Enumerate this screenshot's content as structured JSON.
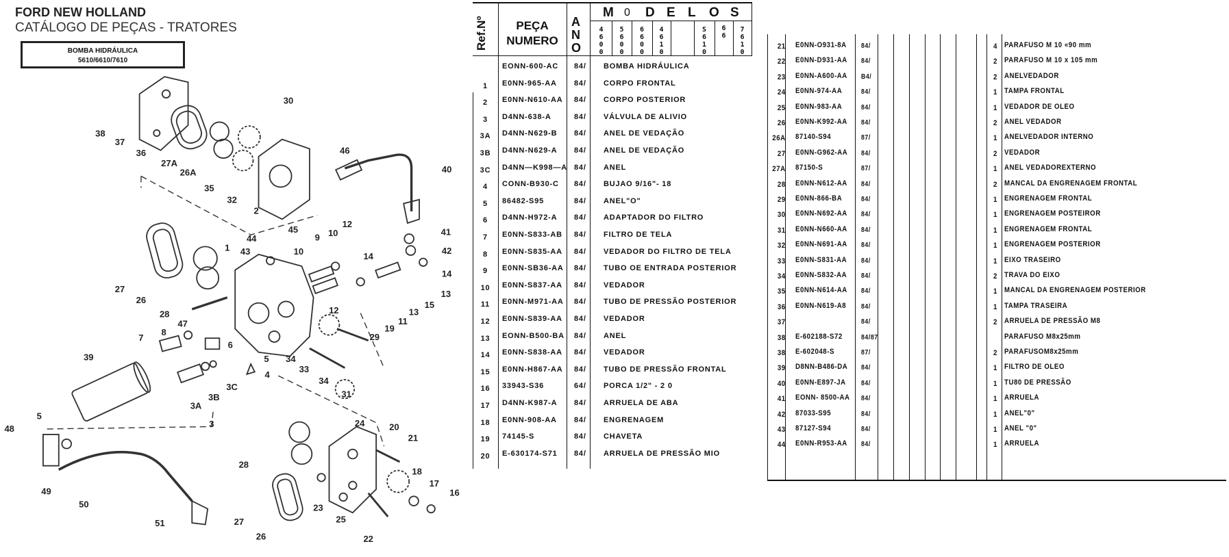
{
  "header": {
    "brand": "FORD NEW HOLLAND",
    "catalog": "CATÁLOGO DE PEÇAS - TRATORES",
    "box_title": "BOMBA HIDRÁULICA",
    "box_models": "5610/6610/7610"
  },
  "diagram": {
    "callouts": [
      "38",
      "37",
      "36",
      "27A",
      "26A",
      "30",
      "35",
      "32",
      "2",
      "46",
      "40",
      "27",
      "26",
      "28",
      "1",
      "44",
      "43",
      "45",
      "10",
      "9",
      "10",
      "12",
      "14",
      "41",
      "42",
      "14",
      "13",
      "15",
      "13",
      "11",
      "19",
      "29",
      "12",
      "47",
      "7",
      "8",
      "6",
      "39",
      "5",
      "4",
      "34",
      "33",
      "34",
      "31",
      "3C",
      "3B",
      "3A",
      "3",
      "5",
      "48",
      "49",
      "50",
      "51",
      "24",
      "20",
      "21",
      "28",
      "18",
      "17",
      "16",
      "23",
      "25",
      "27",
      "26",
      "22"
    ]
  },
  "left_table": {
    "headers": {
      "ref": "Ref.Nº",
      "part_line1": "PEÇA",
      "part_line2": "NUMERO",
      "year_letters": [
        "A",
        "N",
        "O"
      ],
      "models_title": [
        "M",
        "0",
        "D",
        "E",
        "L",
        "O",
        "S"
      ],
      "models": [
        "4600",
        "5600",
        "6600",
        "4610",
        "",
        "S610",
        "66",
        "7610"
      ]
    },
    "rows": [
      {
        "ref": "",
        "part": "EONN-600-AC",
        "year": "84/",
        "desc": "BOMBA HIDRÁULICA"
      },
      {
        "ref": "1",
        "part": "E0NN-965-AA",
        "year": "84/",
        "desc": "CORPO FRONTAL"
      },
      {
        "ref": "2",
        "part": "E0NN-N610-AA",
        "year": "84/",
        "desc": "CORPO POSTERIOR"
      },
      {
        "ref": "3",
        "part": "D4NN-638-A",
        "year": "84/",
        "desc": "VÁLVULA DE ALIVIO"
      },
      {
        "ref": "3A",
        "part": "D4NN-N629-B",
        "year": "84/",
        "desc": "ANEL DE VEDAÇÃO"
      },
      {
        "ref": "3B",
        "part": "D4NN-N629-A",
        "year": "84/",
        "desc": "ANEL DE VEDAÇÃO"
      },
      {
        "ref": "3C",
        "part": "D4NN—K998—A",
        "year": "84/",
        "desc": "ANEL"
      },
      {
        "ref": "4",
        "part": "CONN-B930-C",
        "year": "84/",
        "desc": "BUJAO 9/16\"- 18"
      },
      {
        "ref": "5",
        "part": "86482-S95",
        "year": "84/",
        "desc": "ANEL\"O\""
      },
      {
        "ref": "6",
        "part": "D4NN-H972-A",
        "year": "84/",
        "desc": "ADAPTADOR DO FILTRO"
      },
      {
        "ref": "7",
        "part": "E0NN-S833-AB",
        "year": "84/",
        "desc": "FILTRO DE TELA"
      },
      {
        "ref": "8",
        "part": "E0NN-S835-AA",
        "year": "84/",
        "desc": "VEDADOR DO FILTRO DE TELA"
      },
      {
        "ref": "9",
        "part": "E0NN-SB36-AA",
        "year": "84/",
        "desc": "TUBO OE ENTRADA POSTERIOR"
      },
      {
        "ref": "10",
        "part": "E0NN-S837-AA",
        "year": "84/",
        "desc": "VEDADOR"
      },
      {
        "ref": "11",
        "part": "E0NN-M971-AA",
        "year": "84/",
        "desc": "TUBO DE PRESSÃO POSTERIOR"
      },
      {
        "ref": "12",
        "part": "E0NN-S839-AA",
        "year": "84/",
        "desc": "VEDADOR"
      },
      {
        "ref": "13",
        "part": "EONN-B500-BA",
        "year": "84/",
        "desc": "ANEL"
      },
      {
        "ref": "14",
        "part": "E0NN-S838-AA",
        "year": "84/",
        "desc": "VEDADOR"
      },
      {
        "ref": "15",
        "part": "E0NN-H867-AA",
        "year": "84/",
        "desc": "TUBO DE PRESSÃO FRONTAL"
      },
      {
        "ref": "16",
        "part": "33943-S36",
        "year": "64/",
        "desc": "PORCA  1/2\"  - 2 0"
      },
      {
        "ref": "17",
        "part": "D4NN-K987-A",
        "year": "84/",
        "desc": "ARRUELA DE ABA"
      },
      {
        "ref": "18",
        "part": "E0NN-908-AA",
        "year": "84/",
        "desc": "ENGRENAGEM"
      },
      {
        "ref": "19",
        "part": "74145-S",
        "year": "84/",
        "desc": "CHAVETA"
      },
      {
        "ref": "20",
        "part": "E-630174-S71",
        "year": "84/",
        "desc": "ARRUELA DE PRESSÃO MIO"
      }
    ]
  },
  "right_table": {
    "rows": [
      {
        "ref": "21",
        "part": "E0NN-O931-8A",
        "year": "84/",
        "qty": "4",
        "desc": "PARAFUSO M 10 «90 mm"
      },
      {
        "ref": "22",
        "part": "E0NN-D931-AA",
        "year": "84/",
        "qty": "2",
        "desc": "PARAFUSO M 10 x 105 mm"
      },
      {
        "ref": "23",
        "part": "E0NN-A600-AA",
        "year": "B4/",
        "qty": "2",
        "desc": "ANELVEDADOR"
      },
      {
        "ref": "24",
        "part": "E0NN-974-AA",
        "year": "84/",
        "qty": "1",
        "desc": "TAMPA FRONTAL"
      },
      {
        "ref": "25",
        "part": "E0NN-983-AA",
        "year": "84/",
        "qty": "1",
        "desc": "VEDADOR DE OLEO"
      },
      {
        "ref": "26",
        "part": "E0NN-K992-AA",
        "year": "84/",
        "qty": "2",
        "desc": "ANEL VEDADOR"
      },
      {
        "ref": "26A",
        "part": "87140-S94",
        "year": "87/",
        "qty": "1",
        "desc": "ANELVEDADOR  INTERNO"
      },
      {
        "ref": "27",
        "part": "E0NN-G962-AA",
        "year": "84/",
        "qty": "2",
        "desc": "VEDADOR"
      },
      {
        "ref": "27A",
        "part": "87150-S",
        "year": "87/",
        "qty": "1",
        "desc": "ANEL  VEDADOREXTERNO"
      },
      {
        "ref": "28",
        "part": "E0NN-N612-AA",
        "year": "84/",
        "qty": "2",
        "desc": "MANCAL DA ENGRENAGEM FRONTAL"
      },
      {
        "ref": "29",
        "part": "E0NN-866-BA",
        "year": "84/",
        "qty": "1",
        "desc": "ENGRENAGEM  FRONTAL"
      },
      {
        "ref": "30",
        "part": "E0NN-N692-AA",
        "year": "84/",
        "qty": "1",
        "desc": "ENGRENAGEM  POSTEIROR"
      },
      {
        "ref": "31",
        "part": "E0NN-N660-AA",
        "year": "84/",
        "qty": "1",
        "desc": "ENGRENAGEM  FRONTAL"
      },
      {
        "ref": "32",
        "part": "E0NN-N691-AA",
        "year": "84/",
        "qty": "1",
        "desc": "ENGRENAGEM  POSTERIOR"
      },
      {
        "ref": "33",
        "part": "E0NN-S831-AA",
        "year": "84/",
        "qty": "1",
        "desc": "EIXO TRASEIRO"
      },
      {
        "ref": "34",
        "part": "E0NN-S832-AA",
        "year": "84/",
        "qty": "2",
        "desc": "TRAVA DO EIXO"
      },
      {
        "ref": "35",
        "part": "E0NN-N614-AA",
        "year": "84/",
        "qty": "1",
        "desc": "MANCAL DA ENGRENAGEM POSTERIOR"
      },
      {
        "ref": "36",
        "part": "E0NN-N619-A8",
        "year": "84/",
        "qty": "1",
        "desc": "TAMPA TRASEIRA"
      },
      {
        "ref": "37",
        "part": "",
        "year": "84/",
        "qty": "2",
        "desc": "ARRUELA DE PRESSÃO M8"
      },
      {
        "ref": "38",
        "part": "E-602188-S72",
        "year": "84/87",
        "qty": "",
        "desc": "PARAFUSO  M8x25mm"
      },
      {
        "ref": "38",
        "part": "E-602048-S",
        "year": "87/",
        "qty": "2",
        "desc": "PARAFUSOM8x25mm"
      },
      {
        "ref": "39",
        "part": "D8NN-B486-DA",
        "year": "84/",
        "qty": "1",
        "desc": "FILTRO DE OLEO"
      },
      {
        "ref": "40",
        "part": "E0NN-E897-JA",
        "year": "84/",
        "qty": "1",
        "desc": "TU80 DE PRESSÃO"
      },
      {
        "ref": "41",
        "part": "EONN- 8500-AA",
        "year": "84/",
        "qty": "1",
        "desc": "ARRUELA"
      },
      {
        "ref": "42",
        "part": "87033-S95",
        "year": "84/",
        "qty": "1",
        "desc": "ANEL\"0\""
      },
      {
        "ref": "43",
        "part": "87127-S94",
        "year": "84/",
        "qty": "1",
        "desc": "ANEL \"0\""
      },
      {
        "ref": "44",
        "part": "E0NN-R953-AA",
        "year": "84/",
        "qty": "1",
        "desc": "ARRUELA"
      }
    ]
  }
}
